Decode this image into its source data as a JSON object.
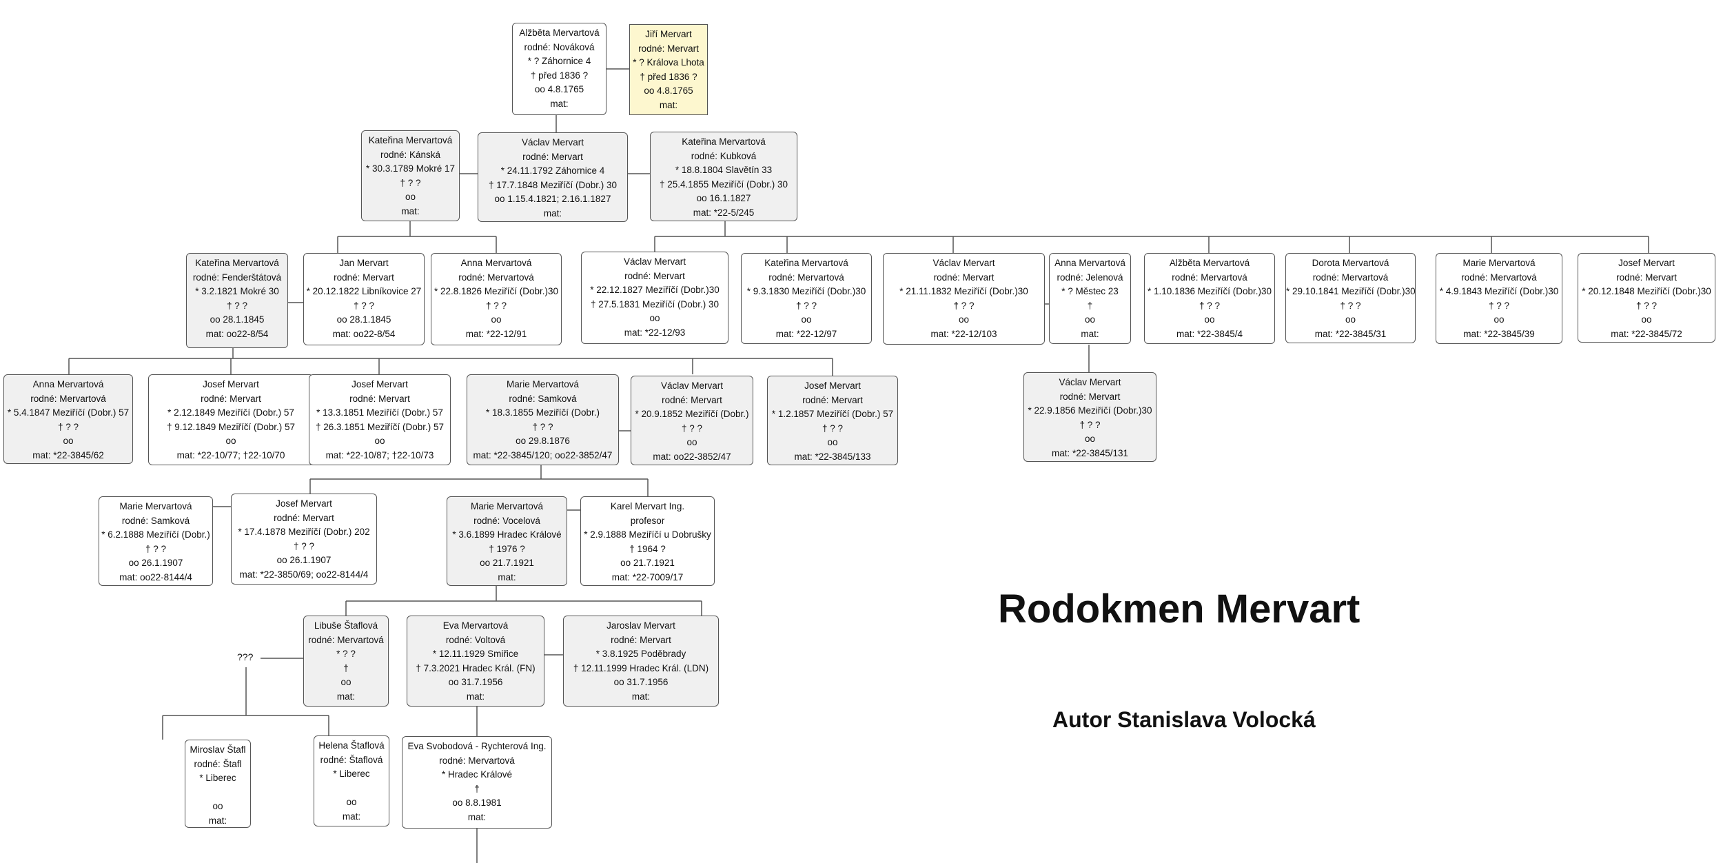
{
  "title": "Rodokmen Mervart",
  "author": "Autor Stanislava Volocká",
  "unknown_parent": "???",
  "persons": {
    "alzbeta_novakova": [
      "Alžběta Mervartová",
      "rodné: Nováková",
      "* ? Záhornice 4",
      "† před 1836 ?",
      "oo 4.8.1765",
      "mat:"
    ],
    "jiri_mervart": [
      "Jiří Mervart",
      "rodné: Mervart",
      "* ? Králova Lhota",
      "† před 1836 ?",
      "oo 4.8.1765",
      "mat:"
    ],
    "katerina_kanska": [
      "Kateřina Mervartová",
      "rodné: Kánská",
      "* 30.3.1789 Mokré 17",
      "† ? ?",
      "oo",
      "mat:"
    ],
    "vaclav_1792": [
      "Václav Mervart",
      "rodné: Mervart",
      "* 24.11.1792 Záhornice 4",
      "† 17.7.1848 Meziříčí (Dobr.) 30",
      "oo 1.15.4.1821; 2.16.1.1827",
      "mat:"
    ],
    "katerina_kubkova": [
      "Kateřina Mervartová",
      "rodné: Kubková",
      "* 18.8.1804 Slavětín 33",
      "† 25.4.1855 Meziříčí (Dobr.) 30",
      "oo 16.1.1827",
      "mat: *22-5/245"
    ],
    "katerina_fenderstatova": [
      "Kateřina Mervartová",
      "rodné: Fenderštátová",
      "* 3.2.1821 Mokré 30",
      "† ? ?",
      "oo 28.1.1845",
      "mat: oo22-8/54"
    ],
    "jan_1822": [
      "Jan Mervart",
      "rodné: Mervart",
      "* 20.12.1822 Libníkovice 27",
      "† ? ?",
      "oo 28.1.1845",
      "mat: oo22-8/54"
    ],
    "anna_1826": [
      "Anna Mervartová",
      "rodné: Mervartová",
      "* 22.8.1826 Meziříčí (Dobr.)30",
      "† ? ?",
      "oo",
      "mat: *22-12/91"
    ],
    "vaclav_1827": [
      "Václav Mervart",
      "rodné: Mervart",
      "* 22.12.1827 Meziříčí (Dobr.)30",
      "† 27.5.1831 Meziříčí (Dobr.) 30",
      "oo",
      "mat: *22-12/93"
    ],
    "katerina_1830": [
      "Kateřina Mervartová",
      "rodné: Mervartová",
      "* 9.3.1830 Meziříčí (Dobr.)30",
      "† ? ?",
      "oo",
      "mat: *22-12/97"
    ],
    "vaclav_1832": [
      "Václav Mervart",
      "rodné: Mervart",
      "* 21.11.1832 Meziříčí (Dobr.)30",
      "† ? ?",
      "oo",
      "mat: *22-12/103"
    ],
    "anna_jelenova": [
      "Anna Mervartová",
      "rodné: Jelenová",
      "* ? Městec 23",
      "†",
      "oo",
      "mat:"
    ],
    "alzbeta_1836": [
      "Alžběta Mervartová",
      "rodné: Mervartová",
      "* 1.10.1836 Meziříčí (Dobr.)30",
      "† ? ?",
      "oo",
      "mat: *22-3845/4"
    ],
    "dorota_1841": [
      "Dorota Mervartová",
      "rodné: Mervartová",
      "* 29.10.1841 Meziříčí (Dobr.)30",
      "† ? ?",
      "oo",
      "mat: *22-3845/31"
    ],
    "marie_1843": [
      "Marie Mervartová",
      "rodné: Mervartová",
      "* 4.9.1843 Meziříčí (Dobr.)30",
      "† ? ?",
      "oo",
      "mat: *22-3845/39"
    ],
    "josef_1848": [
      "Josef Mervart",
      "rodné: Mervart",
      "* 20.12.1848 Meziříčí (Dobr.)30",
      "† ? ?",
      "oo",
      "mat: *22-3845/72"
    ],
    "anna_1847": [
      "Anna Mervartová",
      "rodné: Mervartová",
      "* 5.4.1847 Meziříčí (Dobr.) 57",
      "† ? ?",
      "oo",
      "mat: *22-3845/62"
    ],
    "josef_1849": [
      "Josef Mervart",
      "rodné: Mervart",
      "* 2.12.1849 Meziříčí (Dobr.) 57",
      "† 9.12.1849 Meziříčí (Dobr.) 57",
      "oo",
      "mat: *22-10/77; †22-10/70"
    ],
    "josef_1851": [
      "Josef Mervart",
      "rodné: Mervart",
      "* 13.3.1851 Meziříčí (Dobr.) 57",
      "† 26.3.1851 Meziříčí (Dobr.) 57",
      "oo",
      "mat: *22-10/87; †22-10/73"
    ],
    "marie_samkova_1855": [
      "Marie Mervartová",
      "rodné: Samková",
      "* 18.3.1855 Meziříčí (Dobr.)",
      "† ? ?",
      "oo 29.8.1876",
      "mat: *22-3845/120; oo22-3852/47"
    ],
    "vaclav_1852": [
      "Václav Mervart",
      "rodné: Mervart",
      "* 20.9.1852 Meziříčí (Dobr.)",
      "† ? ?",
      "oo",
      "mat: oo22-3852/47"
    ],
    "josef_1857": [
      "Josef Mervart",
      "rodné: Mervart",
      "* 1.2.1857 Meziříčí (Dobr.) 57",
      "† ? ?",
      "oo",
      "mat: *22-3845/133"
    ],
    "vaclav_1856": [
      "Václav Mervart",
      "rodné: Mervart",
      "* 22.9.1856 Meziříčí (Dobr.)30",
      "† ? ?",
      "oo",
      "mat: *22-3845/131"
    ],
    "marie_samkova_1888": [
      "Marie Mervartová",
      "rodné: Samková",
      "* 6.2.1888 Meziříčí (Dobr.)",
      "† ? ?",
      "oo 26.1.1907",
      "mat: oo22-8144/4"
    ],
    "josef_1878": [
      "Josef Mervart",
      "rodné: Mervart",
      "* 17.4.1878 Meziříčí (Dobr.) 202",
      "† ? ?",
      "oo 26.1.1907",
      "mat: *22-3850/69; oo22-8144/4"
    ],
    "marie_vocelova": [
      "Marie Mervartová",
      "rodné: Vocelová",
      "* 3.6.1899 Hradec Králové",
      "† 1976 ?",
      "oo 21.7.1921",
      "mat:"
    ],
    "karel_1888": [
      "Karel Mervart Ing.",
      "profesor",
      "* 2.9.1888 Meziříčí u Dobrušky",
      "† 1964 ?",
      "oo 21.7.1921",
      "mat: *22-7009/17"
    ],
    "libuse_staflova": [
      "Libuše Štaflová",
      "rodné: Mervartová",
      "* ? ?",
      "†",
      "oo",
      "mat:"
    ],
    "eva_voltova": [
      "Eva Mervartová",
      "rodné: Voltová",
      "* 12.11.1929 Smiřice",
      "† 7.3.2021 Hradec Král. (FN)",
      "oo 31.7.1956",
      "mat:"
    ],
    "jaroslav_1925": [
      "Jaroslav Mervart",
      "rodné: Mervart",
      "* 3.8.1925 Poděbrady",
      "† 12.11.1999 Hradec Král. (LDN)",
      "oo 31.7.1956",
      "mat:"
    ],
    "miroslav_stafl": [
      "Miroslav Štafl",
      "rodné: Štafl",
      "*          Liberec",
      "",
      "oo",
      "mat:"
    ],
    "helena_staflova": [
      "Helena Štaflová",
      "rodné: Štaflová",
      "*          Liberec",
      "",
      "oo",
      "mat:"
    ],
    "eva_svobodova": [
      "Eva Svobodová - Rychterová Ing.",
      "rodné: Mervartová",
      "*           Hradec Králové",
      "†",
      "oo 8.8.1981",
      "mat:"
    ]
  }
}
